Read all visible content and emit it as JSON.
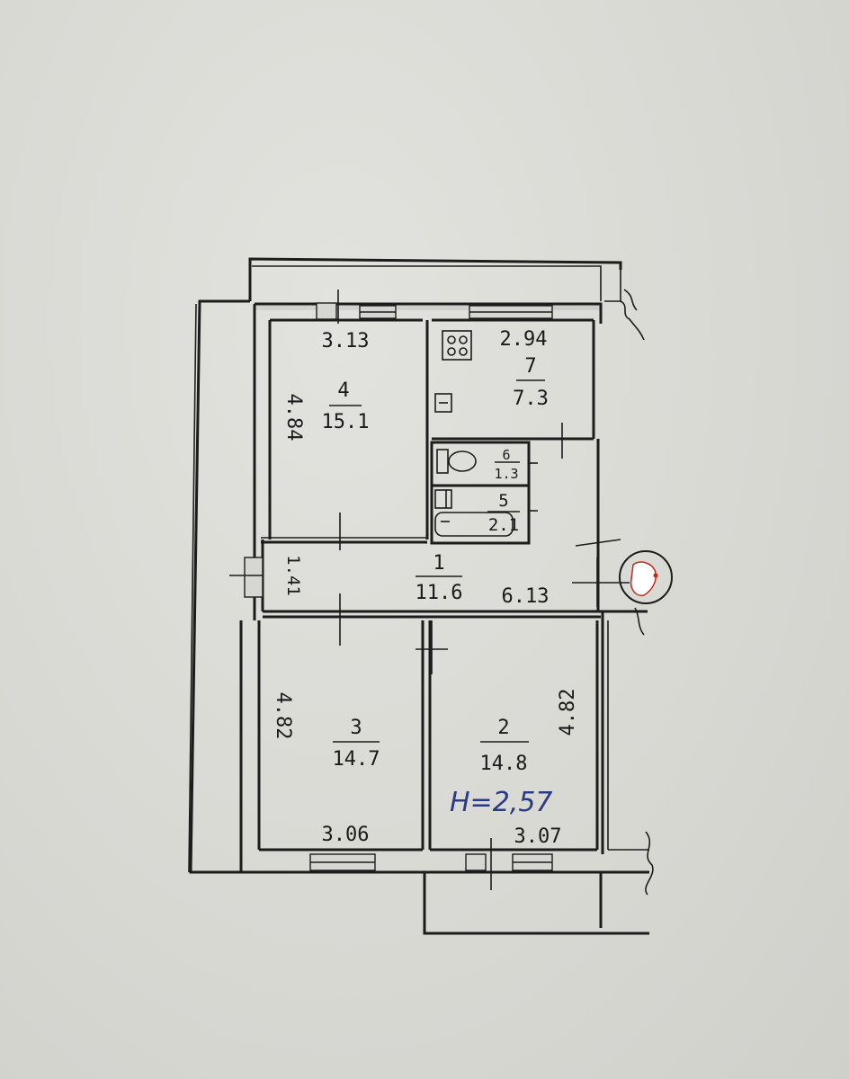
{
  "plan": {
    "rooms": [
      {
        "id": "room-4",
        "number": "4",
        "area": "15.1"
      },
      {
        "id": "room-7",
        "number": "7",
        "area": "7.3"
      },
      {
        "id": "room-6",
        "number": "6",
        "area": "1.3"
      },
      {
        "id": "room-5",
        "number": "5",
        "area": "2.1"
      },
      {
        "id": "room-1",
        "number": "1",
        "area": "11.6"
      },
      {
        "id": "room-3",
        "number": "3",
        "area": "14.7"
      },
      {
        "id": "room-2",
        "number": "2",
        "area": "14.8"
      }
    ],
    "dimensions": {
      "room4_width": "3.13",
      "room4_height": "4.84",
      "room7_width": "2.94",
      "hall_height": "1.41",
      "hall_length": "6.13",
      "room3_height": "4.82",
      "room3_width": "3.06",
      "room2_height": "4.82",
      "room2_width": "3.07"
    },
    "ceiling_height": "H=2,57"
  },
  "colors": {
    "paper": "#dcdcd8",
    "ink": "#1c1c1c",
    "pen": "#2b3a86",
    "mark": "#c0281e"
  }
}
